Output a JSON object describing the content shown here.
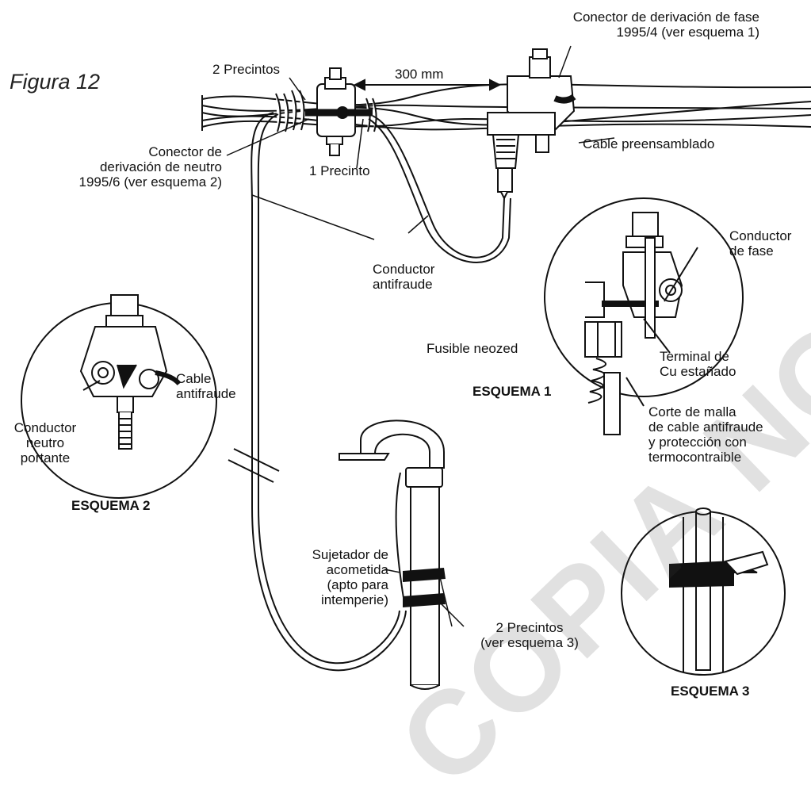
{
  "figure_title": "Figura 12",
  "labels": {
    "conector_fase": [
      "Conector de derivación de fase",
      "1995/4 (ver esquema 1)"
    ],
    "dos_precintos_top": "2 Precintos",
    "distancia": "300 mm",
    "cable_preensamblado": "Cable preensamblado",
    "conector_neutro": [
      "Conector de",
      "derivación de neutro",
      "1995/6 (ver esquema 2)"
    ],
    "un_precinto": "1 Precinto",
    "conductor_antifraude": [
      "Conductor",
      "antifraude"
    ],
    "conductor_fase": [
      "Conductor",
      "de fase"
    ],
    "fusible_neozed": "Fusible neozed",
    "terminal_cu": [
      "Terminal de",
      "Cu estañado"
    ],
    "corte_malla": [
      "Corte de malla",
      "de cable antifraude",
      "y protección con",
      "termocontraible"
    ],
    "cable_antifraude": [
      "Cable",
      "antifraude"
    ],
    "conductor_neutro": [
      "Conductor",
      "neutro",
      "portante"
    ],
    "sujetador": [
      "Sujetador de",
      "acometida",
      "(apto para",
      "intemperie)"
    ],
    "dos_precintos_bottom": [
      "2 Precintos",
      "(ver esquema 3)"
    ]
  },
  "schemes": {
    "esquema_1": "ESQUEMA 1",
    "esquema_2": "ESQUEMA 2",
    "esquema_3": "ESQUEMA 3"
  },
  "watermark": "COPIA NO CONTROLADA",
  "colors": {
    "ink": "#111111",
    "fill_light": "#f2f2f2",
    "fill_dark": "#1a1a1a",
    "watermark": "#b8b8b8"
  }
}
